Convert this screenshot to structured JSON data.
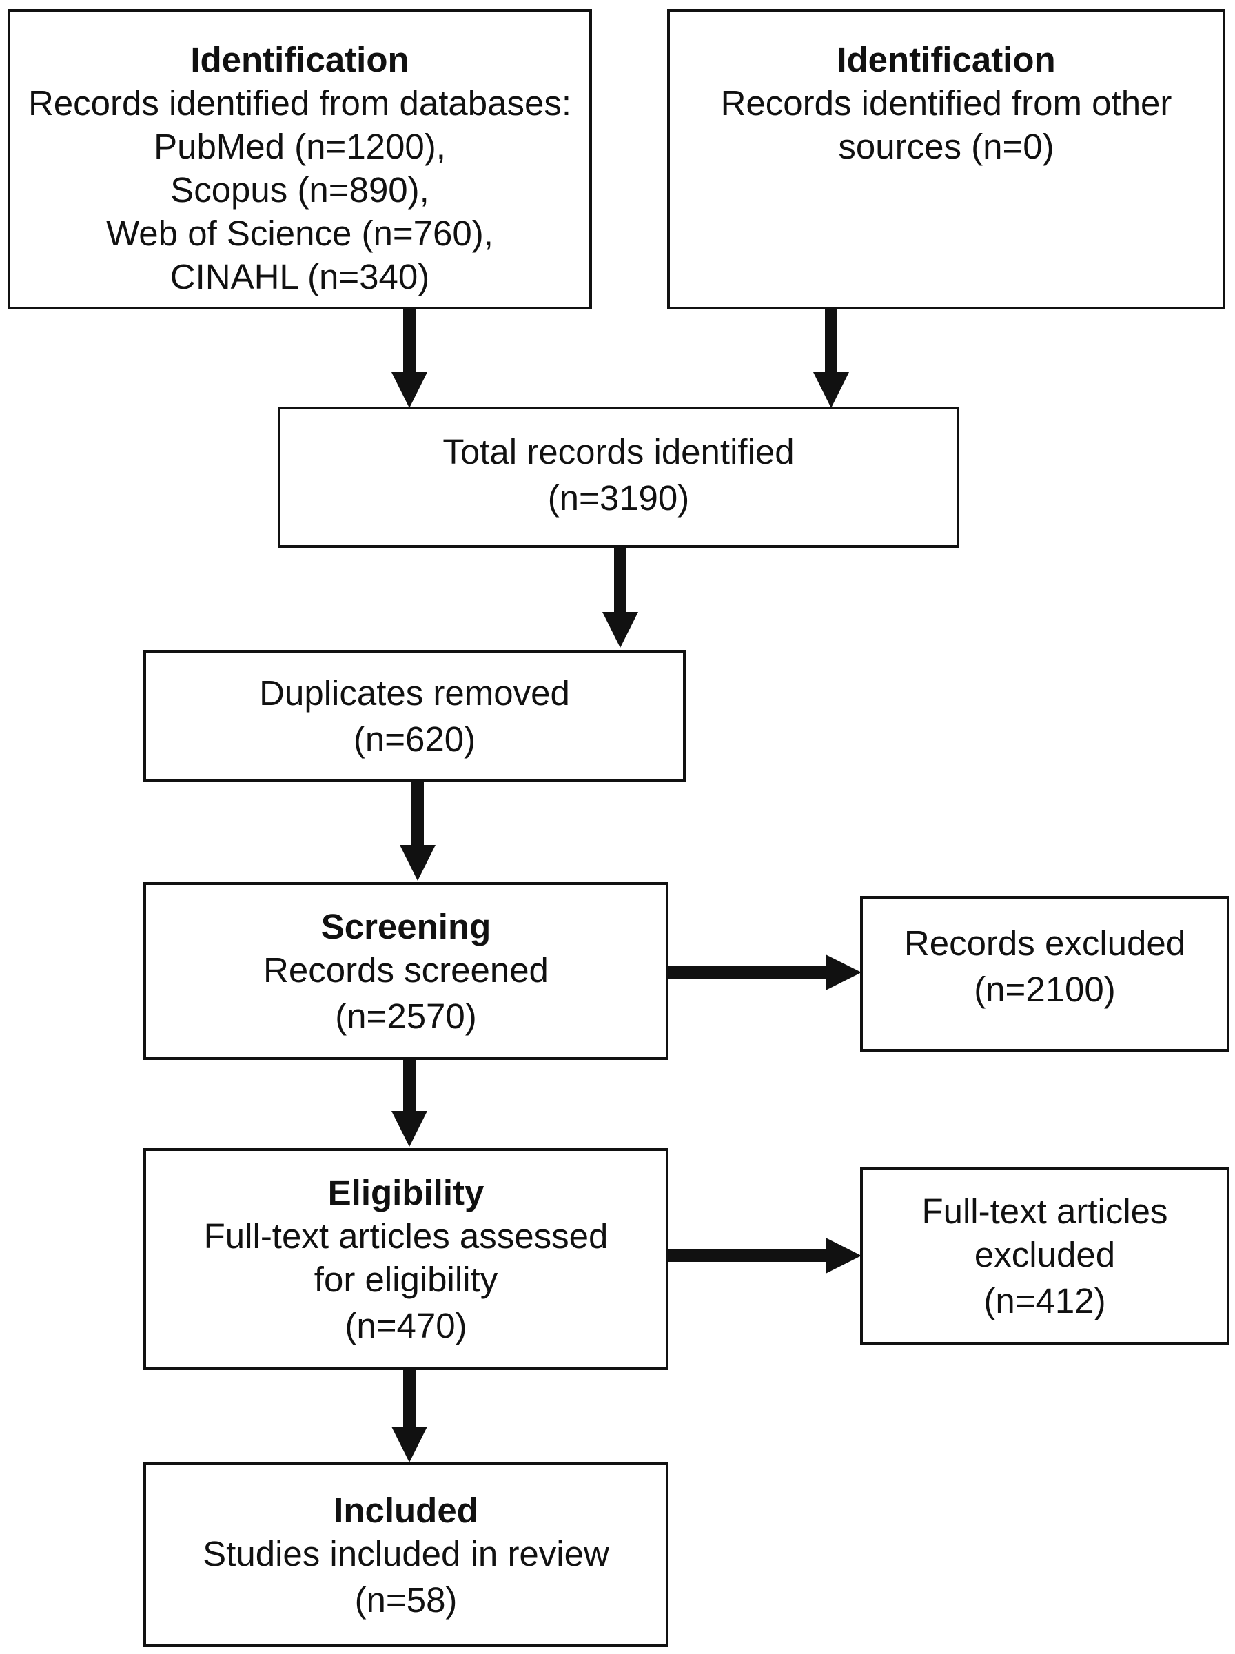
{
  "identification_databases": {
    "heading": "Identification",
    "lines": [
      "Records identified from databases:",
      "PubMed (n=1200),",
      "Scopus (n=890),",
      "Web of Science (n=760),",
      "CINAHL (n=340)"
    ]
  },
  "identification_other": {
    "heading": "Identification",
    "lines": [
      "Records identified from other",
      "sources (n=0)"
    ]
  },
  "total_records": {
    "lines": [
      "Total records identified",
      "(n=3190)"
    ]
  },
  "duplicates_removed": {
    "lines": [
      "Duplicates removed",
      "(n=620)"
    ]
  },
  "screening": {
    "heading": "Screening",
    "lines": [
      "Records screened",
      "(n=2570)"
    ]
  },
  "records_excluded": {
    "lines": [
      "Records excluded",
      "(n=2100)"
    ]
  },
  "eligibility": {
    "heading": "Eligibility",
    "lines": [
      "Full-text articles assessed",
      "for eligibility",
      "(n=470)"
    ]
  },
  "fulltext_excluded": {
    "lines": [
      "Full-text articles",
      "excluded",
      "(n=412)"
    ]
  },
  "included": {
    "heading": "Included",
    "lines": [
      "Studies included in review",
      "(n=58)"
    ]
  }
}
